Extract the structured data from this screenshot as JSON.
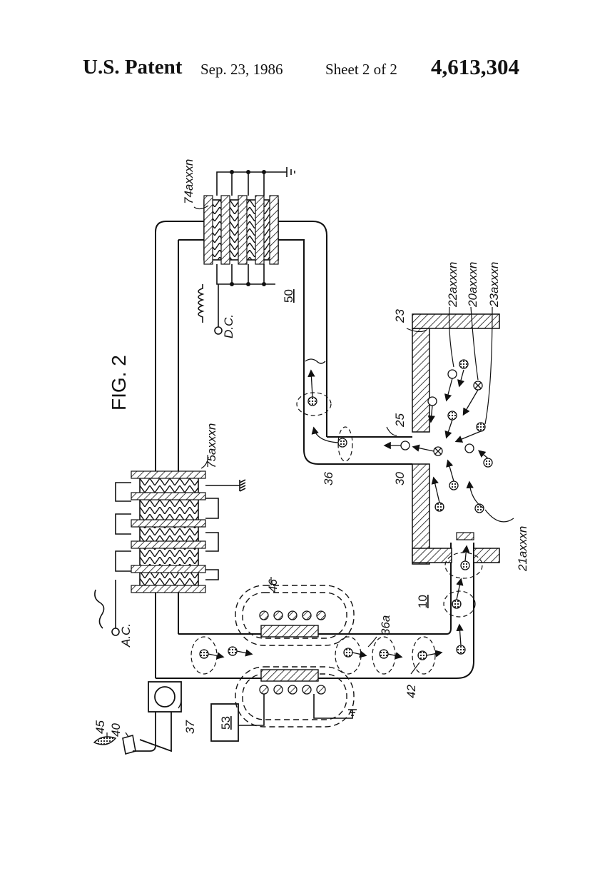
{
  "header": {
    "patent_label": "U.S. Patent",
    "date": "Sep. 23, 1986",
    "sheet": "Sheet 2 of 2",
    "patent_number": "4,613,304"
  },
  "figure": {
    "title": "FIG. 2",
    "labels": {
      "r74": "74axxxn",
      "r75": "75axxxn",
      "r22": "22axxxn",
      "r20": "20axxxn",
      "r23a": "23axxxn",
      "r21": "21axxxn",
      "r23": "23",
      "r25": "25",
      "r30": "30",
      "r36": "36",
      "r36a": "36a",
      "r42": "42",
      "r46": "46",
      "r10": "10",
      "r50": "50",
      "r37": "37",
      "r40": "40",
      "r45": "45",
      "r53": "53",
      "dc": "D.C.",
      "ac": "A.C."
    }
  }
}
